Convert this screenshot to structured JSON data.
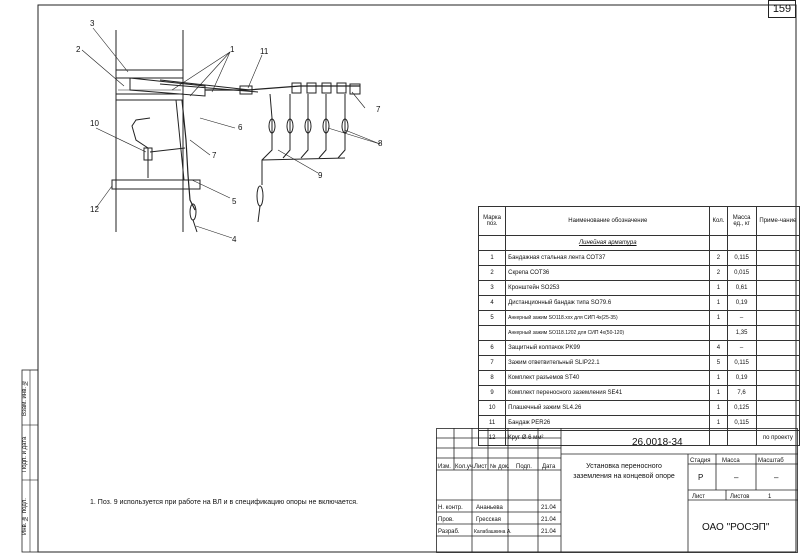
{
  "page_number": "159",
  "side_stamps": [
    "Инв. № подл.",
    "Подп. и дата",
    "Взам. инв. №"
  ],
  "drawing_callouts": [
    "1",
    "2",
    "3",
    "4",
    "5",
    "6",
    "7",
    "7",
    "8",
    "9",
    "10",
    "11",
    "12"
  ],
  "spec_table": {
    "headers": [
      "Марка поз.",
      "Наименование обозначение",
      "Кол.",
      "Масса ед., кг",
      "Приме-чание"
    ],
    "section_title": "Линейная арматура",
    "rows": [
      {
        "pos": "1",
        "name": "Бандажная стальная лента СОТ37",
        "qty": "2",
        "mass": "0,115",
        "note": ""
      },
      {
        "pos": "2",
        "name": "Скрепа СОТ36",
        "qty": "2",
        "mass": "0,015",
        "note": ""
      },
      {
        "pos": "3",
        "name": "Кронштейн SO253",
        "qty": "1",
        "mass": "0,61",
        "note": ""
      },
      {
        "pos": "4",
        "name": "Дистанционный бандаж типа SO79.6",
        "qty": "1",
        "mass": "0,19",
        "note": ""
      },
      {
        "pos": "5",
        "name": "Анкерный зажим SO118.xxx для СИП 4x(25-35)",
        "qty": "1",
        "mass": "–",
        "note": ""
      },
      {
        "pos": "",
        "name": "Анкерный зажим SO118.1202 для СИП 4x(50-120)",
        "qty": "",
        "mass": "1,35",
        "note": ""
      },
      {
        "pos": "6",
        "name": "Защитный колпачок PK99",
        "qty": "4",
        "mass": "–",
        "note": ""
      },
      {
        "pos": "7",
        "name": "Зажим ответвительный SLIP22.1",
        "qty": "5",
        "mass": "0,115",
        "note": ""
      },
      {
        "pos": "8",
        "name": "Комплект разъемов ST40",
        "qty": "1",
        "mass": "0,19",
        "note": ""
      },
      {
        "pos": "9",
        "name": "Комплект переносного заземления SE41",
        "qty": "1",
        "mass": "7,6",
        "note": ""
      },
      {
        "pos": "10",
        "name": "Плашечный зажим SL4.26",
        "qty": "1",
        "mass": "0,125",
        "note": ""
      },
      {
        "pos": "11",
        "name": "Бандаж PER26",
        "qty": "1",
        "mass": "0,115",
        "note": ""
      },
      {
        "pos": "12",
        "name": "Круг Ø 6 мм²",
        "qty": "",
        "mass": "",
        "note": "по проекту"
      }
    ]
  },
  "title_block": {
    "doc_code": "26.0018-34",
    "title": "Установка переносного заземления на концевой опоре",
    "col_headers": [
      "Изм.",
      "Кол.уч.",
      "Лист",
      "№ док.",
      "Подп.",
      "Дата"
    ],
    "stage_label": "Стадия",
    "mass_label": "Масса",
    "scale_label": "Масштаб",
    "stage": "Р",
    "mass": "–",
    "scale": "–",
    "sheet_label": "Лист",
    "sheets_label": "Листов",
    "sheets": "1",
    "org": "ОАО \"РОСЭП\"",
    "signatures": [
      {
        "role": "Н. контр.",
        "name": "Ананьева",
        "date": "21.04"
      },
      {
        "role": "Пров.",
        "name": "Гресская",
        "date": "21.04"
      },
      {
        "role": "Разраб.",
        "name": "Калабашкина А.",
        "date": "21.04"
      }
    ]
  },
  "note_text": "1. Поз. 9 используется при работе на ВЛ и в спецификацию опоры не включается."
}
